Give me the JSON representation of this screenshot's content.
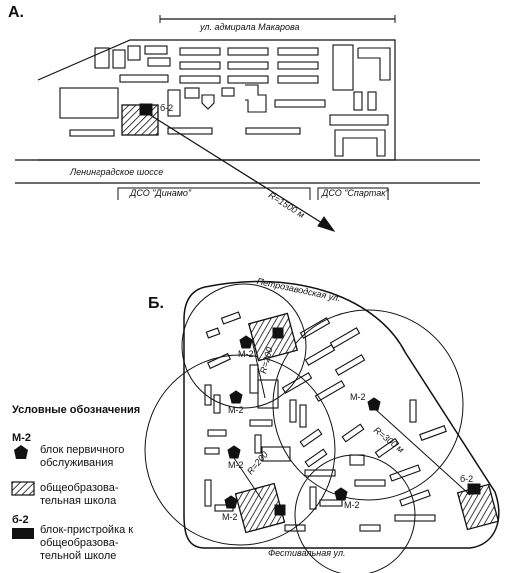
{
  "panel_a": {
    "letter": "А.",
    "street_top": "ул. адмирала Макарова",
    "street_mid": "Ленинградское шоссе",
    "sport_left": "ДСО \"Динамо\"",
    "sport_right": "ДСО \"Спартак\"",
    "block_code": "б-2",
    "radius": "R=1500 м"
  },
  "panel_b": {
    "letter": "Б.",
    "street_top": "Петрозаводская ул.",
    "street_bottom": "Фестивальная ул.",
    "codes": {
      "m1": "М-2",
      "m2": "М-2",
      "m3": "М-2",
      "m4": "М-2",
      "m5": "М-2",
      "m6": "М-2",
      "b1": "б-2"
    },
    "radius_200_a": "R=200",
    "radius_200_b": "R=200",
    "radius_300": "R=300 м"
  },
  "legend": {
    "title": "Условные обозначения",
    "code_primary": "М-2",
    "text_primary": "блок первичного обслуживания",
    "text_school": "общеобразова-тельная школа",
    "code_annex": "б-2",
    "text_annex": "блок-пристройка к общеобразова-тельной школе"
  }
}
